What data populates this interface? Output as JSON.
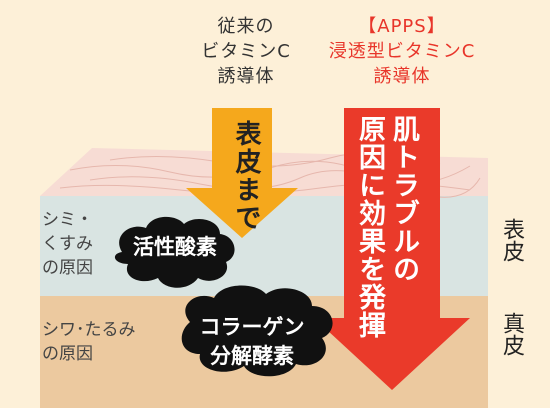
{
  "old_method": {
    "header_lines": [
      "従来の",
      "ビタミンC",
      "誘導体"
    ],
    "arrow_text": "表皮まで",
    "arrow_color": "#f5a81c"
  },
  "new_method": {
    "header_lines": [
      "【APPS】",
      "浸透型ビタミンC",
      "誘導体"
    ],
    "arrow_text_col1": "肌トラブルの",
    "arrow_text_col2": "原因に効果を発揮",
    "arrow_color": "#ea3a2a",
    "header_color": "#e8352a"
  },
  "skin": {
    "epidermis_label": "表皮",
    "dermis_label": "真皮",
    "epidermis_color": "#d9e4e2",
    "dermis_color": "#ecc99f",
    "surface_color": "#f7dcd4"
  },
  "causes": {
    "spots_label": [
      "シミ・",
      "くすみ",
      "の原因"
    ],
    "wrinkles_label": [
      "シワ･たるみ",
      "の原因"
    ]
  },
  "agents": {
    "active_oxygen": "活性酸素",
    "collagenase_lines": [
      "コラーゲン",
      "分解酵素"
    ],
    "cloud_color": "#111111"
  }
}
